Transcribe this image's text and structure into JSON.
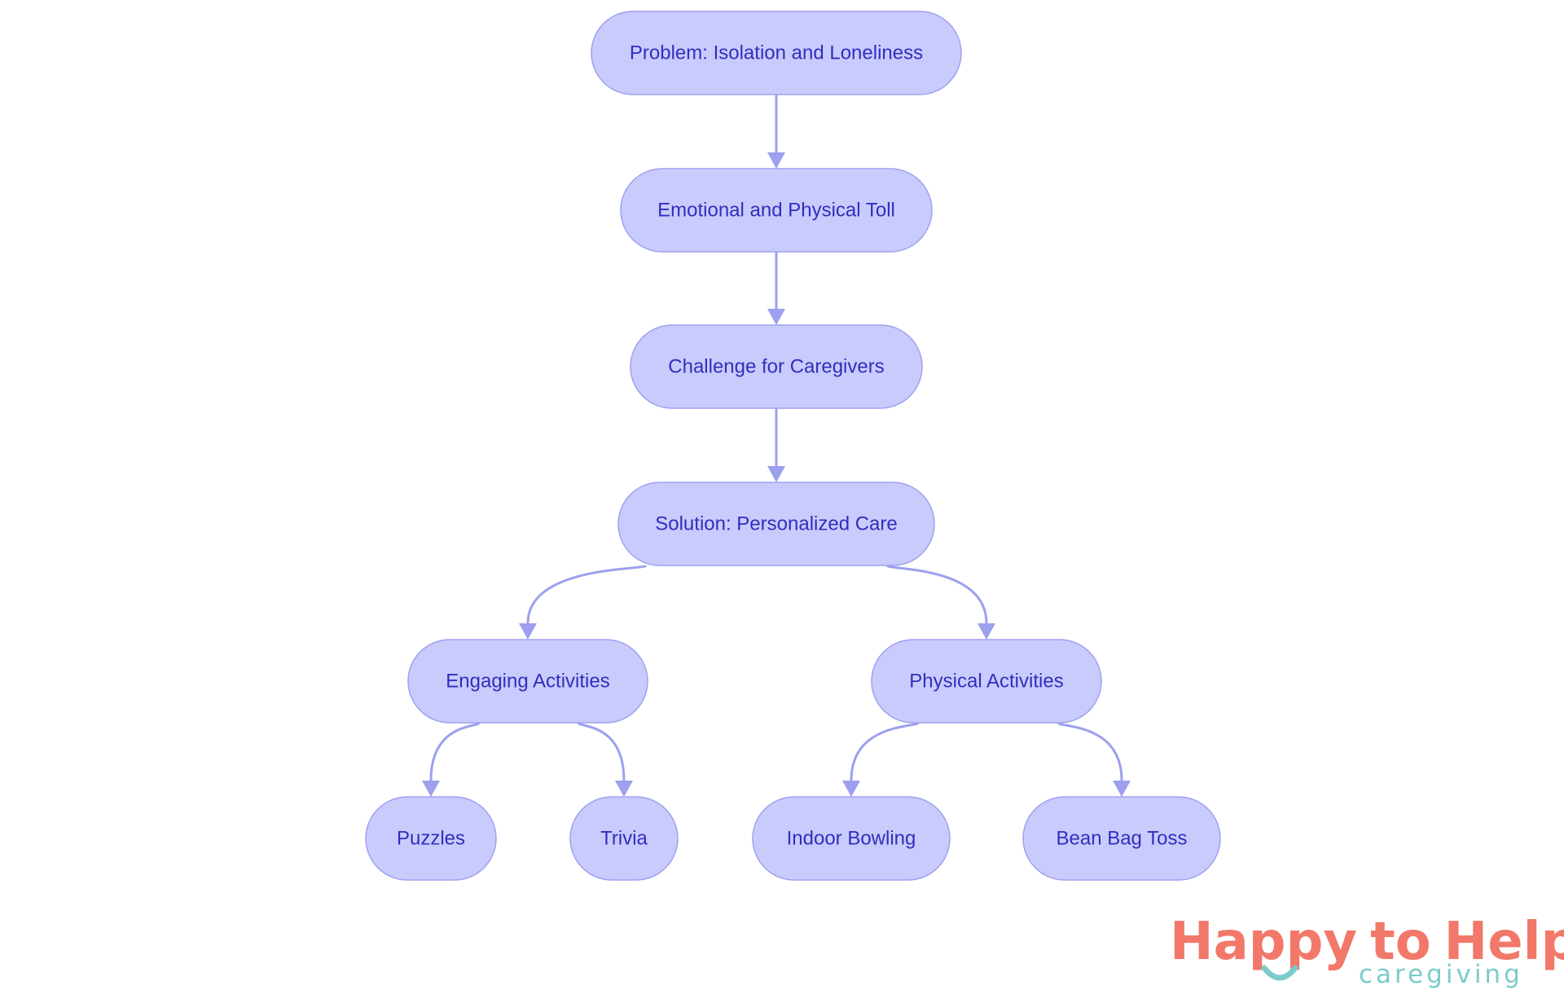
{
  "nodes": [
    {
      "id": "problem",
      "label": "Problem: Isolation and Loneliness"
    },
    {
      "id": "toll",
      "label": "Emotional and Physical Toll"
    },
    {
      "id": "challenge",
      "label": "Challenge for Caregivers"
    },
    {
      "id": "solution",
      "label": "Solution: Personalized Care"
    },
    {
      "id": "engaging",
      "label": "Engaging Activities"
    },
    {
      "id": "physical",
      "label": "Physical Activities"
    },
    {
      "id": "puzzles",
      "label": "Puzzles"
    },
    {
      "id": "trivia",
      "label": "Trivia"
    },
    {
      "id": "bowling",
      "label": "Indoor Bowling"
    },
    {
      "id": "beanbag",
      "label": "Bean Bag Toss"
    }
  ],
  "edges": [
    {
      "from": "problem",
      "to": "toll"
    },
    {
      "from": "toll",
      "to": "challenge"
    },
    {
      "from": "challenge",
      "to": "solution"
    },
    {
      "from": "solution",
      "to": "engaging"
    },
    {
      "from": "solution",
      "to": "physical"
    },
    {
      "from": "engaging",
      "to": "puzzles"
    },
    {
      "from": "engaging",
      "to": "trivia"
    },
    {
      "from": "physical",
      "to": "bowling"
    },
    {
      "from": "physical",
      "to": "beanbag"
    }
  ],
  "logo": {
    "part_happy": "Happy",
    "part_to": "to",
    "part_help": "Help",
    "tagline": "caregiving"
  },
  "colors": {
    "node_fill": "#cacbfd",
    "node_stroke": "#9fa1ef",
    "node_text": "#2f2fbd",
    "edge": "#9ca0ee",
    "logo_coral": "#f2786a",
    "logo_teal": "#7ccbcb"
  }
}
